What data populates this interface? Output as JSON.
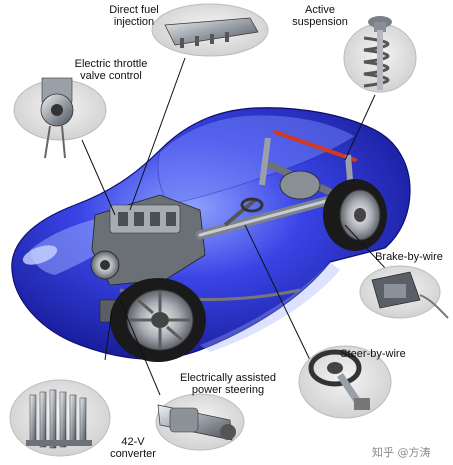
{
  "diagram": {
    "labels": {
      "direct_fuel_injection": [
        "Direct fuel",
        "injection"
      ],
      "active_suspension": [
        "Active",
        "suspension"
      ],
      "electric_throttle": [
        "Electric throttle",
        "valve control"
      ],
      "brake_by_wire": [
        "Brake-by-wire"
      ],
      "steer_by_wire": [
        "Steer-by-wire"
      ],
      "power_steering": [
        "Electrically assisted",
        "power steering"
      ],
      "converter_42v": [
        "42-V",
        "converter"
      ]
    },
    "watermark": "知乎 @方涛"
  },
  "colors": {
    "car_body": "#2a2fd0",
    "car_body_dark": "#10148a",
    "car_highlight": "#8fa3ff",
    "callout_fill": "#e2e2e2",
    "callout_stroke": "#bdbdbd",
    "leader_line": "#111111",
    "suspension_link": "#d23a1e",
    "part_metal": "#9aa0a8",
    "tire": "#1a1a1a"
  }
}
